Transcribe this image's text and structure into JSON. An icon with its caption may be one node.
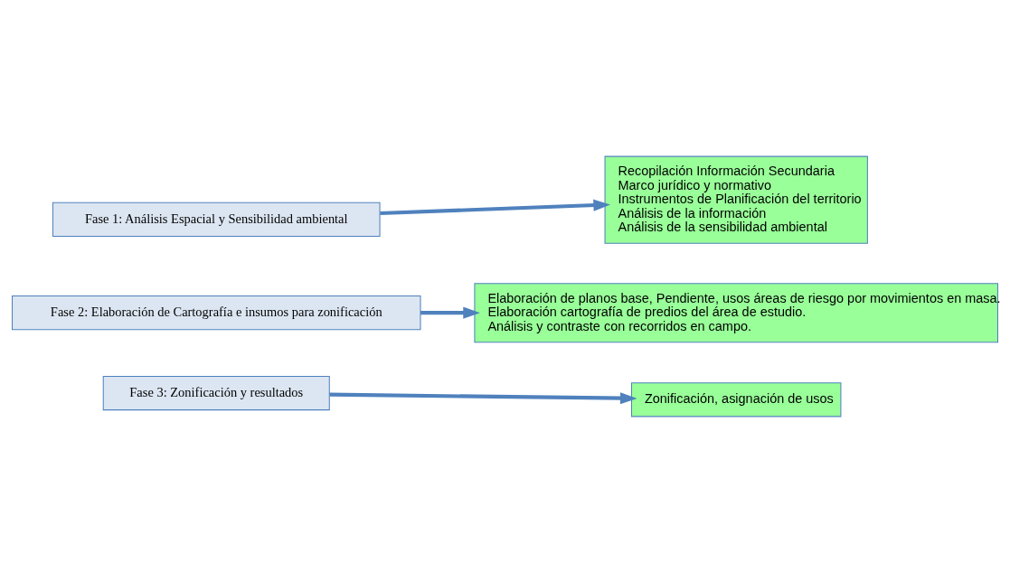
{
  "diagram": {
    "nodes": [
      {
        "text": [
          "Fase 1: Análisis Espacial y Sensibilidad ambiental"
        ]
      },
      {
        "text": [
          "Recopilación Información Secundaria",
          "Marco jurídico y normativo",
          "Instrumentos de Planificación del territorio",
          "Análisis de la información",
          "Análisis de la sensibilidad ambiental"
        ]
      },
      {
        "text": [
          "Fase 2: Elaboración de Cartografía e insumos para zonificación"
        ]
      },
      {
        "text": [
          "Elaboración de planos base, Pendiente, usos áreas de riesgo por movimientos en masa.",
          "Elaboración cartografía de predios del área de estudio.",
          "Análisis y contraste con recorridos en campo."
        ]
      },
      {
        "text": [
          "Fase 3: Zonificación y resultados"
        ]
      },
      {
        "text": [
          "Zonificación, asignación de usos"
        ]
      }
    ],
    "edges": [
      {
        "from": 0,
        "to": 1,
        "arrow": "to"
      },
      {
        "from": 2,
        "to": 3,
        "arrow": "to"
      },
      {
        "from": 4,
        "to": 5,
        "arrow": "to"
      }
    ]
  }
}
